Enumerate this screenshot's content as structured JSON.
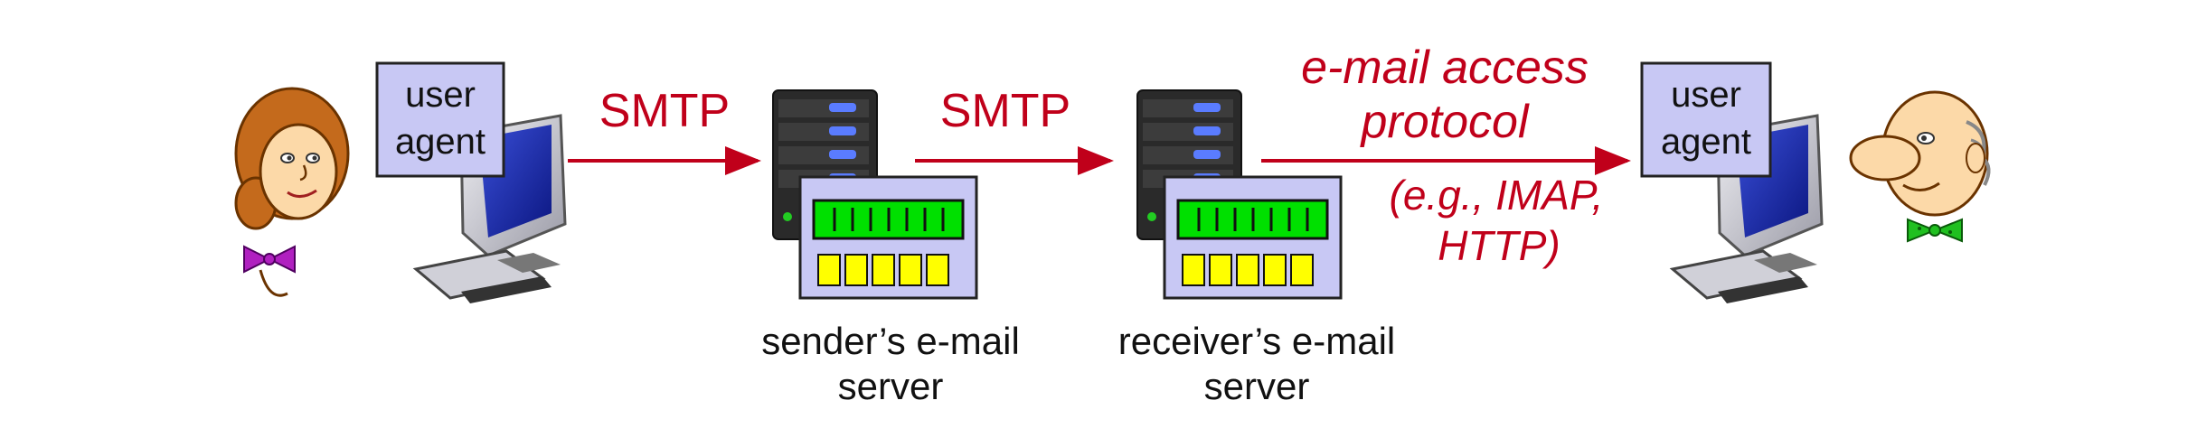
{
  "diagram": {
    "left_user_agent": {
      "line1": "user",
      "line2": "agent"
    },
    "right_user_agent": {
      "line1": "user",
      "line2": "agent"
    },
    "protocol_1": "SMTP",
    "protocol_2": "SMTP",
    "access_protocol": {
      "line1": "e-mail access",
      "line2": "protocol"
    },
    "access_examples": {
      "line1": "(e.g., IMAP,",
      "line2": "HTTP)"
    },
    "sender_server": {
      "line1": "sender’s e-mail",
      "line2": "server"
    },
    "receiver_server": {
      "line1": "receiver’s e-mail",
      "line2": "server"
    }
  },
  "colors": {
    "arrow": "#c0001a",
    "label_red": "#c0001a",
    "box_fill": "#c8c8f4",
    "screen_green": "#00e000",
    "slot_yellow": "#ffff00",
    "server_dark": "#222222"
  },
  "icons": [
    "woman-face-icon",
    "computer-icon",
    "mail-server-icon",
    "computer-icon",
    "man-face-icon"
  ]
}
